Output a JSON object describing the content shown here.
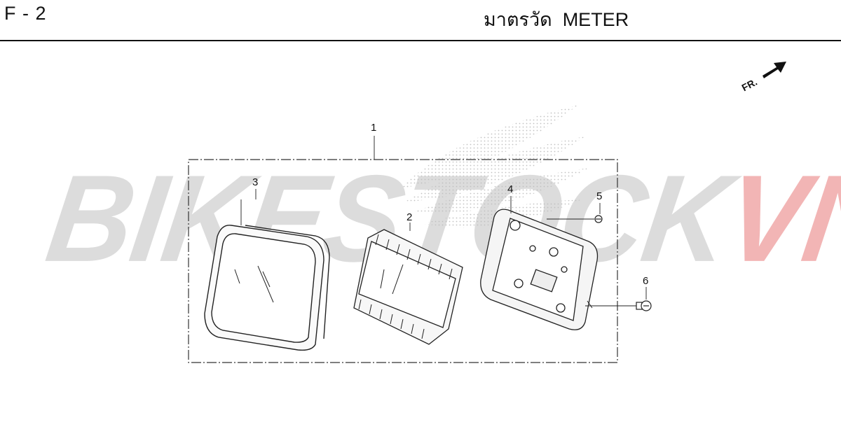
{
  "header": {
    "page_code": "F - 2",
    "title": "มาตรวัด  METER"
  },
  "watermark": {
    "part_a": "BIKESTOCK",
    "part_b": "VN",
    "color_a": "#dcdcdc",
    "color_b": "#f2b5b5"
  },
  "orientation": {
    "label": "FR.",
    "icon": "front-direction-arrow-icon"
  },
  "callouts": [
    {
      "number": "1"
    },
    {
      "number": "2"
    },
    {
      "number": "3"
    },
    {
      "number": "4"
    },
    {
      "number": "5"
    },
    {
      "number": "6"
    }
  ]
}
